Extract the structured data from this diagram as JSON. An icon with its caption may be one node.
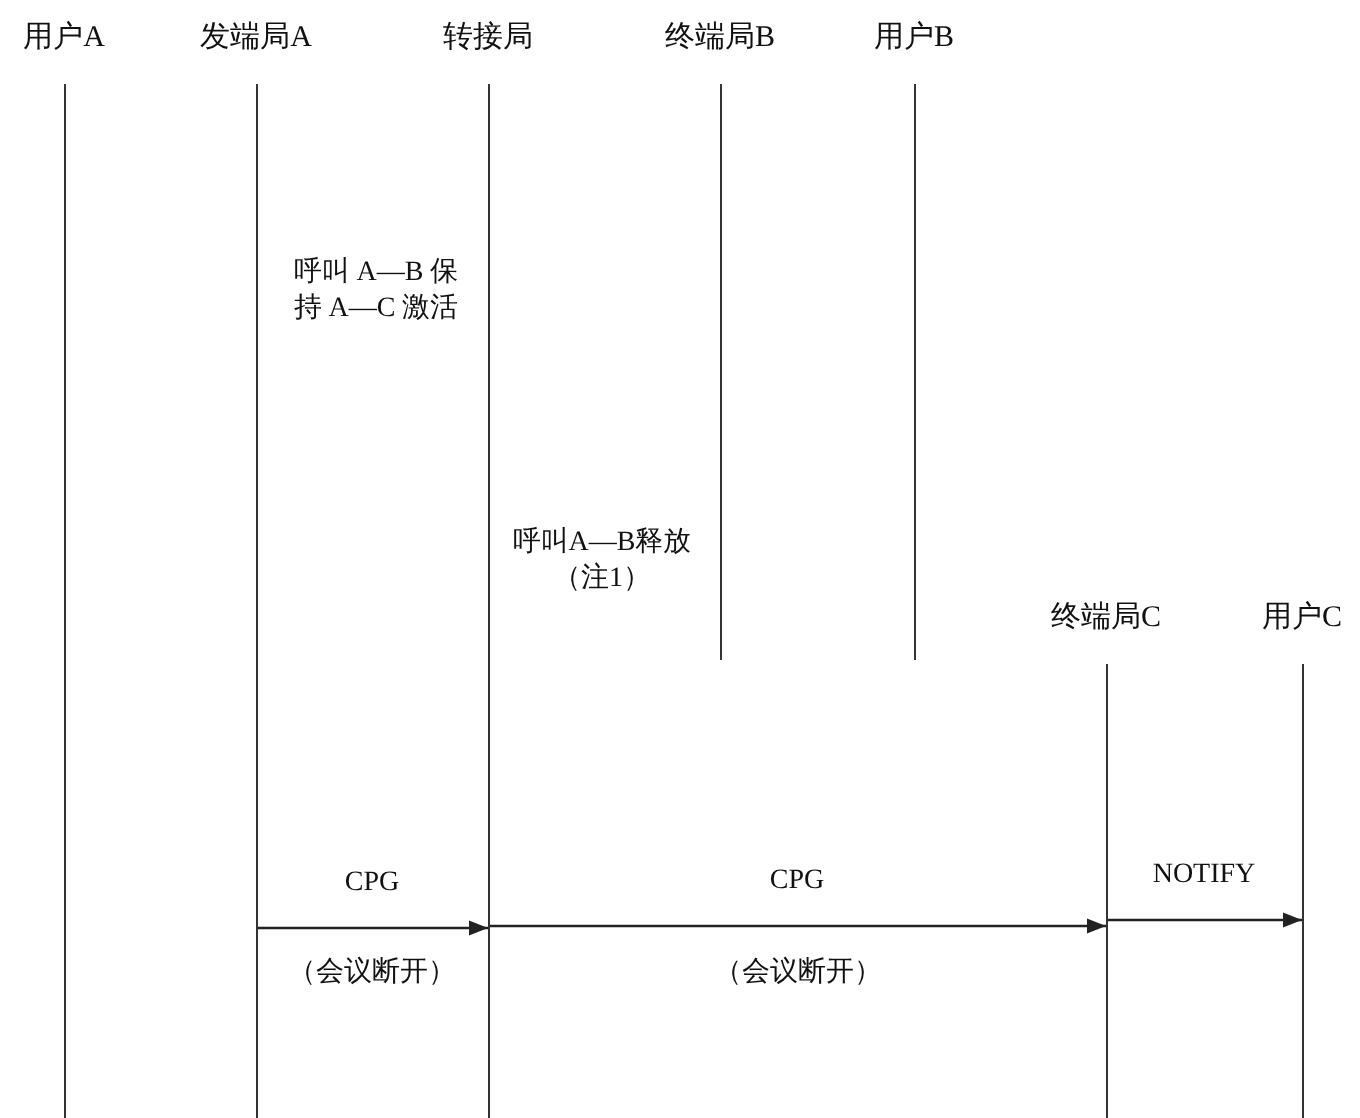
{
  "diagram": {
    "nodes": [
      {
        "text": [
          "用户A"
        ]
      },
      {
        "text": [
          "发端局A"
        ]
      },
      {
        "text": [
          "转接局"
        ]
      },
      {
        "text": [
          "终端局B"
        ]
      },
      {
        "text": [
          "用户B"
        ]
      },
      {
        "text": [
          "终端局C"
        ]
      },
      {
        "text": [
          "用户C"
        ]
      }
    ],
    "edges": [
      {
        "from": 1,
        "to": 2,
        "arrow": "to",
        "label": "CPG"
      },
      {
        "from": 2,
        "to": 5,
        "arrow": "to",
        "label": "CPG"
      },
      {
        "from": 5,
        "to": 6,
        "arrow": "to",
        "label": "NOTIFY"
      }
    ],
    "labels": [
      "呼叫 A—B 保持 A—C 激活",
      "呼叫A—B释放（注1）",
      "（会议断开）",
      "（会议断开）"
    ]
  }
}
